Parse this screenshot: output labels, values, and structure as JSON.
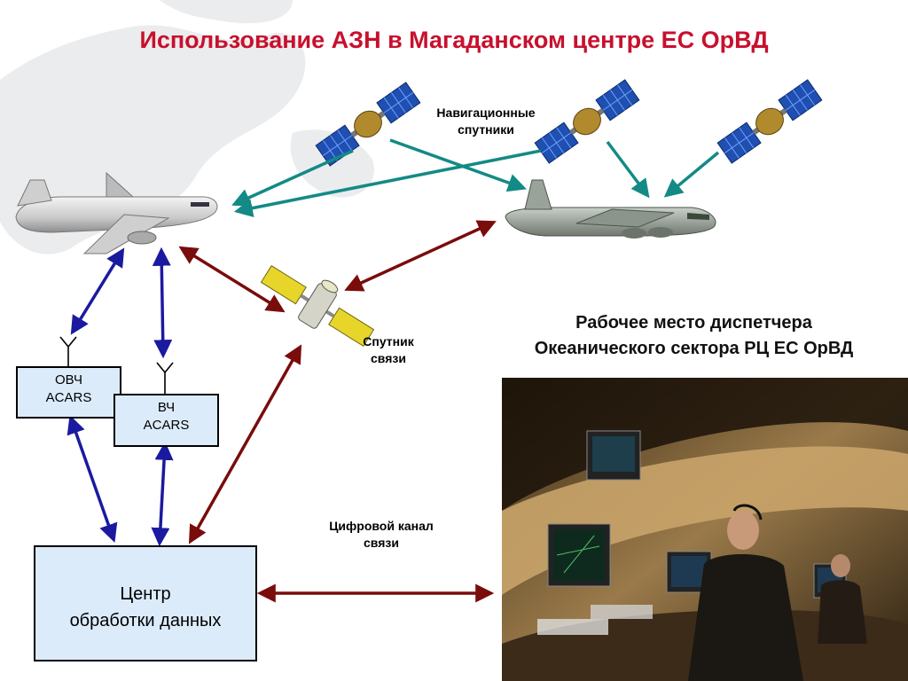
{
  "title": "Использование АЗН в Магаданском центре ЕС ОрВД",
  "nav_sat_label": [
    "Навигационные",
    "спутники"
  ],
  "comm_sat_label": [
    "Спутник",
    "связи"
  ],
  "vhf_box": [
    "ОВЧ",
    "ACARS"
  ],
  "hf_box": [
    "ВЧ",
    "ACARS"
  ],
  "center_box": [
    "Центр",
    " обработки данных"
  ],
  "digital_channel_label": [
    "Цифровой канал",
    "связи"
  ],
  "workstation_title": [
    "Рабочее место диспетчера",
    "Океанического сектора РЦ ЕС ОрВД"
  ],
  "colors": {
    "title": "#c8102e",
    "nav_arrow": "#138a86",
    "comm_arrow": "#7a0c0c",
    "acars_arrow": "#1a1aa0",
    "box_fill": "#dcebfa"
  }
}
